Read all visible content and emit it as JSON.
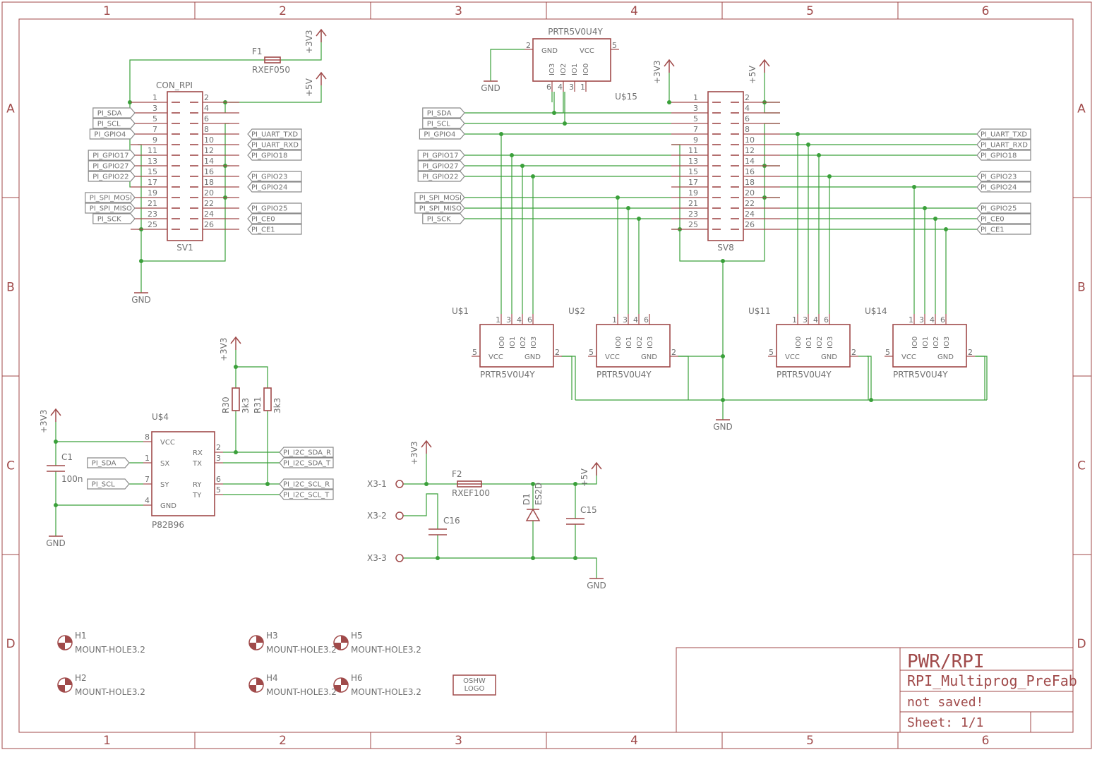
{
  "frame": {
    "columns": [
      "1",
      "2",
      "3",
      "4",
      "5",
      "6"
    ],
    "rows": [
      "A",
      "B",
      "C",
      "D"
    ]
  },
  "title_block": {
    "sheet_name": "PWR/RPI",
    "project": "RPI_Multiprog_PreFab",
    "status": "not saved!",
    "sheet": "Sheet: 1/1"
  },
  "sv1": {
    "ref": "SV1",
    "value": "CON_RPI",
    "left_pins": [
      "1",
      "3",
      "5",
      "7",
      "9",
      "11",
      "13",
      "15",
      "17",
      "19",
      "21",
      "23",
      "25"
    ],
    "right_pins": [
      "2",
      "4",
      "6",
      "8",
      "10",
      "12",
      "14",
      "16",
      "18",
      "20",
      "22",
      "24",
      "26"
    ]
  },
  "sv8": {
    "ref": "SV8",
    "left_pins": [
      "1",
      "3",
      "5",
      "7",
      "9",
      "11",
      "13",
      "15",
      "17",
      "19",
      "21",
      "23",
      "25"
    ],
    "right_pins": [
      "2",
      "4",
      "6",
      "8",
      "10",
      "12",
      "14",
      "16",
      "18",
      "20",
      "22",
      "24",
      "26"
    ]
  },
  "left_labels": [
    "PI_SDA",
    "PI_SCL",
    "PI_GPIO4",
    "PI_GPIO17",
    "PI_GPIO27",
    "PI_GPIO22",
    "PI_SPI_MOSI",
    "PI_SPI_MISO",
    "PI_SCK"
  ],
  "right_labels": [
    "PI_UART_TXD",
    "PI_UART_RXD",
    "PI_GPIO18",
    "PI_GPIO23",
    "PI_GPIO24",
    "PI_GPIO25",
    "PI_CE0",
    "PI_CE1"
  ],
  "f1": {
    "ref": "F1",
    "value": "RXEF050"
  },
  "f2": {
    "ref": "F2",
    "value": "RXEF100"
  },
  "supplies": {
    "v33": "+3V3",
    "v5": "+5V",
    "gnd": "GND"
  },
  "u15": {
    "ref": "U$15",
    "value": "PRTR5V0U4Y",
    "pin_gnd": "GND",
    "pin_vcc": "VCC",
    "io": [
      "IO3",
      "IO2",
      "IO1",
      "IO0"
    ],
    "pin_nums": [
      "6",
      "4",
      "3",
      "1"
    ],
    "pin_gnd_num": "2",
    "pin_vcc_num": "5"
  },
  "tvs": [
    {
      "ref": "U$1",
      "value": "PRTR5V0U4Y"
    },
    {
      "ref": "U$2",
      "value": "PRTR5V0U4Y"
    },
    {
      "ref": "U$11",
      "value": "PRTR5V0U4Y"
    },
    {
      "ref": "U$14",
      "value": "PRTR5V0U4Y"
    }
  ],
  "tvs_pins": {
    "io": [
      "IO0",
      "IO1",
      "IO2",
      "IO3"
    ],
    "nums": [
      "1",
      "3",
      "4",
      "6"
    ],
    "vcc": "VCC",
    "gnd": "GND",
    "vcc_num": "5",
    "gnd_num": "2"
  },
  "u4": {
    "ref": "U$4",
    "value": "P82B96",
    "pins_left": [
      "VCC",
      "SX",
      "SY",
      "GND"
    ],
    "pins_left_num": [
      "8",
      "1",
      "7",
      "4"
    ],
    "pins_right": [
      "RX",
      "TX",
      "RY",
      "TY"
    ],
    "pins_right_num": [
      "2",
      "3",
      "6",
      "5"
    ],
    "left_labels": [
      "PI_SDA",
      "PI_SCL"
    ],
    "right_labels": [
      "PI_I2C_SDA_R",
      "PI_I2C_SDA_T",
      "PI_I2C_SCL_R",
      "PI_I2C_SCL_T"
    ]
  },
  "r30": {
    "ref": "R30",
    "value": "3k3"
  },
  "r31": {
    "ref": "R31",
    "value": "3k3"
  },
  "c1": {
    "ref": "C1",
    "value": "100n"
  },
  "c15": {
    "ref": "C15"
  },
  "c16": {
    "ref": "C16"
  },
  "d1": {
    "ref": "D1",
    "value": "ES2D"
  },
  "x3": [
    "X3-1",
    "X3-2",
    "X3-3"
  ],
  "holes": [
    {
      "ref": "H1",
      "value": "MOUNT-HOLE3.2"
    },
    {
      "ref": "H2",
      "value": "MOUNT-HOLE3.2"
    },
    {
      "ref": "H3",
      "value": "MOUNT-HOLE3.2"
    },
    {
      "ref": "H4",
      "value": "MOUNT-HOLE3.2"
    },
    {
      "ref": "H5",
      "value": "MOUNT-HOLE3.2"
    },
    {
      "ref": "H6",
      "value": "MOUNT-HOLE3.2"
    }
  ],
  "oshw": [
    "OSHW",
    "LOGO"
  ]
}
